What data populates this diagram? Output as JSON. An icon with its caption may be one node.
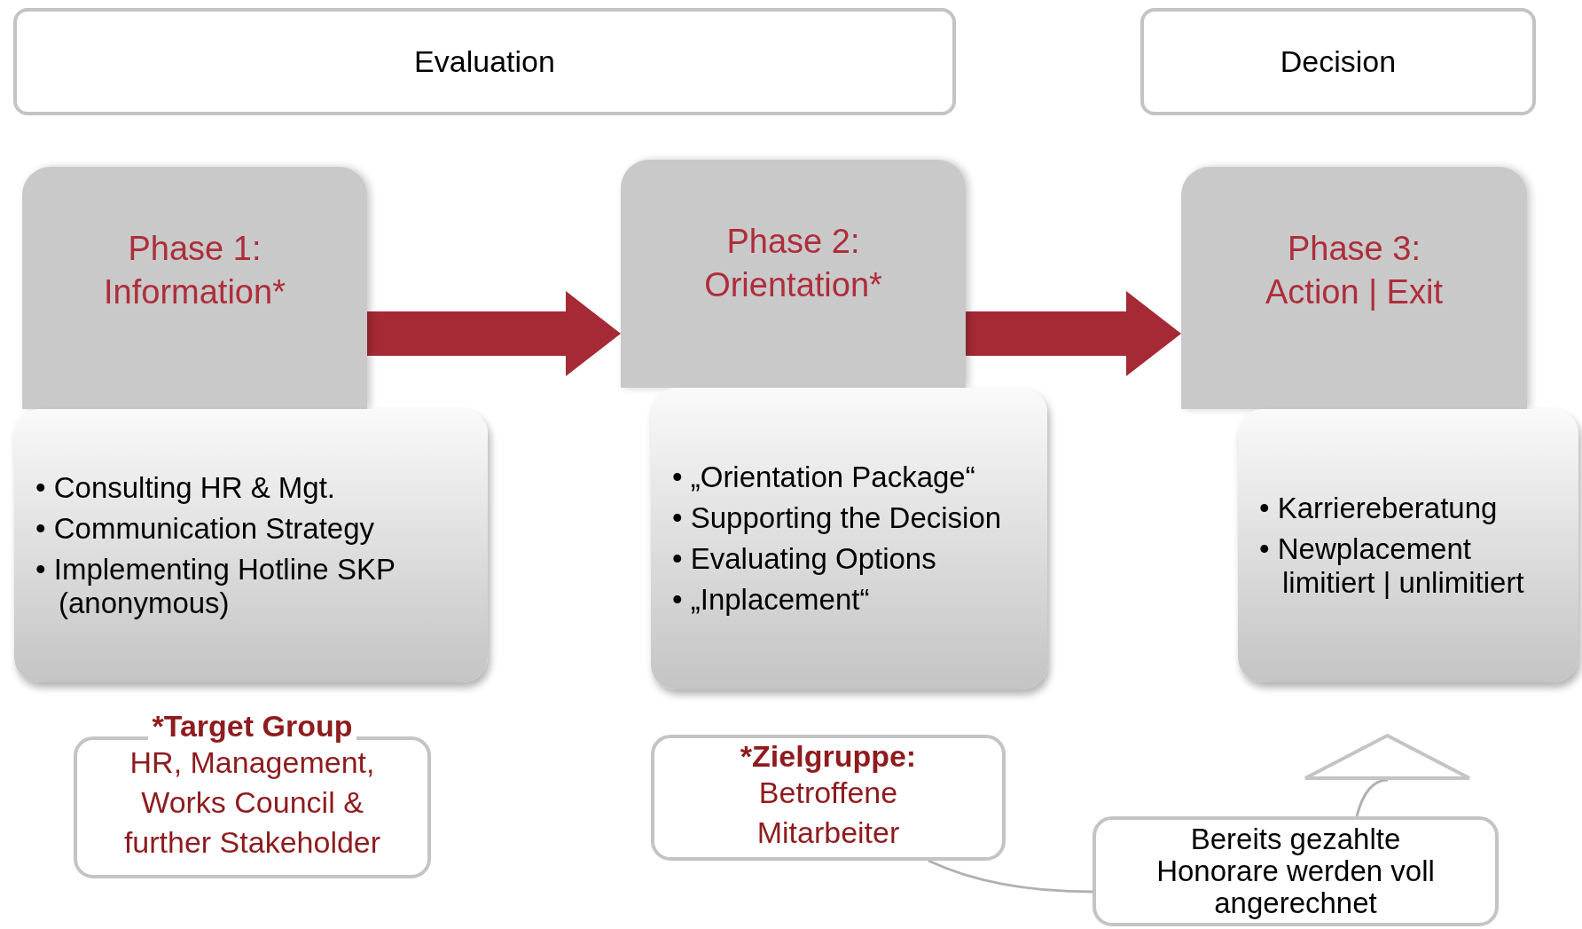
{
  "diagram": {
    "nodes": [
      {
        "text": [
          "Evaluation"
        ]
      },
      {
        "text": [
          "Decision"
        ]
      },
      {
        "text": [
          "Phase 1: Information*"
        ]
      },
      {
        "text": [
          "• Consulting HR & Mgt.",
          "• Communication Strategy",
          "• Implementing Hotline SKP (anonymous)"
        ]
      },
      {
        "text": [
          "Phase 2: Orientation*"
        ]
      },
      {
        "text": [
          "• „Orientation Package“",
          "• Supporting the Decision",
          "• Evaluating Options",
          "• „Inplacement“"
        ]
      },
      {
        "text": [
          "Phase 3: Action | Exit"
        ]
      },
      {
        "text": [
          "• Karriereberatung",
          "• Newplacement limitiert | unlimitiert"
        ]
      },
      {
        "text": [
          "*Target Group",
          "HR, Management, Works Council & further Stakeholder"
        ]
      },
      {
        "text": [
          "*Zielgruppe:",
          "Betroffene Mitarbeiter"
        ]
      },
      {
        "text": [],
        "shape": "triangle"
      },
      {
        "text": [
          "Bereits gezahlte Honorare werden voll angerechnet"
        ]
      }
    ],
    "edges": [
      {
        "from": 2,
        "to": 4,
        "arrow": "to",
        "style": "thick",
        "color": "#a52a36"
      },
      {
        "from": 4,
        "to": 6,
        "arrow": "to",
        "style": "thick",
        "color": "#a52a36"
      },
      {
        "from": 9,
        "to": 11,
        "arrow": "none",
        "color": "#b0b0b0"
      },
      {
        "from": 11,
        "to": 10,
        "arrow": "none",
        "color": "#b0b0b0"
      }
    ]
  }
}
